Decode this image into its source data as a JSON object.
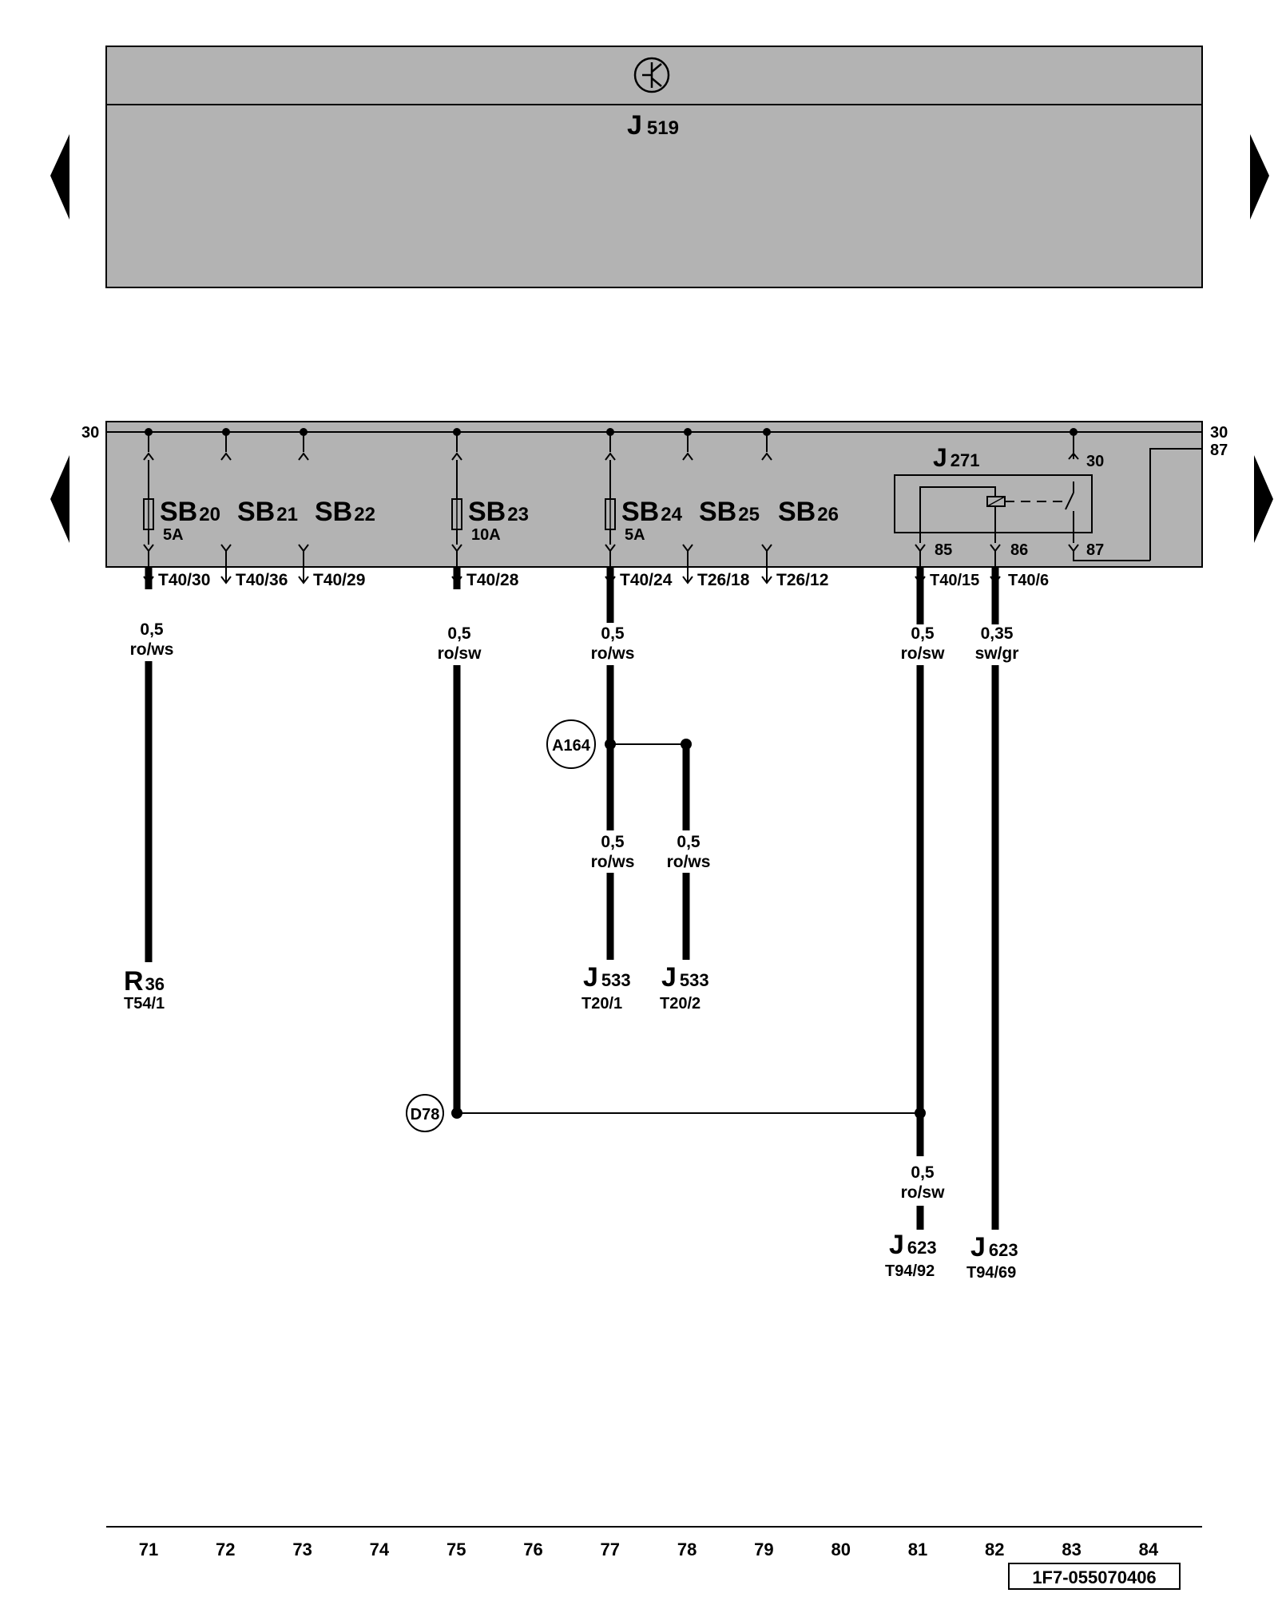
{
  "control_unit": {
    "symbol": "transistor-symbol",
    "name_letter": "J",
    "name_number": "519"
  },
  "fuse_box": {
    "left_term": "30",
    "right_term_top": "30",
    "right_term_bottom": "87",
    "fuses": [
      {
        "sb": "20",
        "rating": "5A",
        "connector": "T40/30"
      },
      {
        "sb": "21",
        "rating": "",
        "connector": "T40/36"
      },
      {
        "sb": "22",
        "rating": "",
        "connector": "T40/29"
      },
      {
        "sb": "23",
        "rating": "10A",
        "connector": "T40/28"
      },
      {
        "sb": "24",
        "rating": "5A",
        "connector": "T40/24"
      },
      {
        "sb": "25",
        "rating": "",
        "connector": "T26/18"
      },
      {
        "sb": "26",
        "rating": "",
        "connector": "T26/12"
      }
    ],
    "sb_prefix": "SB",
    "relay": {
      "letter": "J",
      "number": "271",
      "pin_30": "30",
      "pin_85": "85",
      "pin_86": "86",
      "pin_87": "87",
      "conn_85": "T40/15",
      "conn_86": "T40/6"
    }
  },
  "wires": [
    {
      "size": "0,5",
      "color": "ro/ws"
    },
    {
      "size": "0,5",
      "color": "ro/sw"
    },
    {
      "size": "0,5",
      "color": "ro/ws"
    },
    {
      "size": "0,5",
      "color": "ro/ws"
    },
    {
      "size": "0,5",
      "color": "ro/ws"
    },
    {
      "size": "0,5",
      "color": "ro/sw"
    },
    {
      "size": "0,35",
      "color": "sw/gr"
    },
    {
      "size": "0,5",
      "color": "ro/sw"
    }
  ],
  "splices": {
    "a": "A164",
    "d": "D78"
  },
  "components": [
    {
      "letter": "R",
      "number": "36",
      "pin": "T54/1"
    },
    {
      "letter": "J",
      "number": "533",
      "pin": "T20/1"
    },
    {
      "letter": "J",
      "number": "533",
      "pin": "T20/2"
    },
    {
      "letter": "J",
      "number": "623",
      "pin": "T94/92"
    },
    {
      "letter": "J",
      "number": "623",
      "pin": "T94/69"
    }
  ],
  "grid_numbers": [
    "71",
    "72",
    "73",
    "74",
    "75",
    "76",
    "77",
    "78",
    "79",
    "80",
    "81",
    "82",
    "83",
    "84"
  ],
  "diagram_id": "1F7-055070406"
}
